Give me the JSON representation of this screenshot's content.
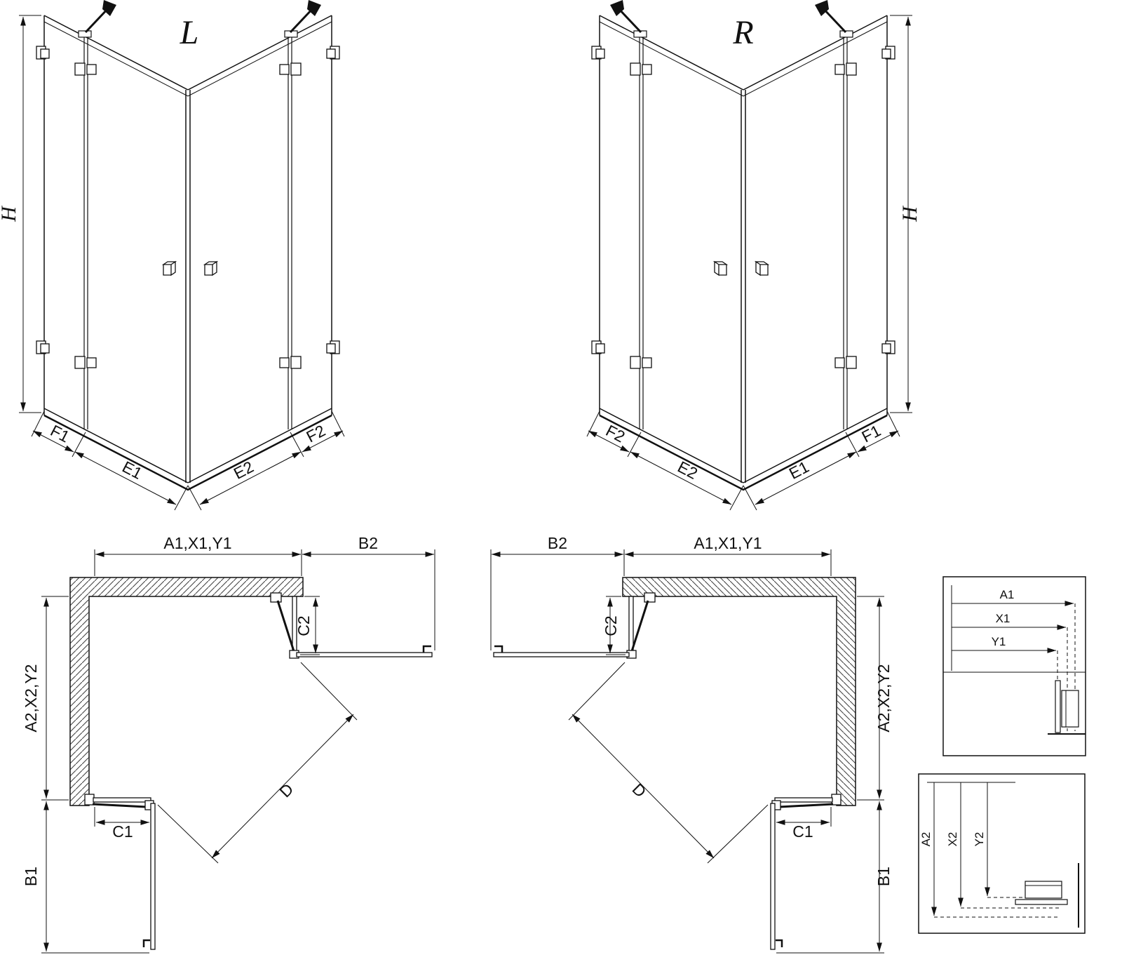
{
  "colors": {
    "line": "#111111",
    "background": "#ffffff",
    "hatch": "#444444"
  },
  "views": {
    "front_left": {
      "label": "L",
      "dim_h": "H",
      "dim_f1": "F1",
      "dim_e1": "E1",
      "dim_e2": "E2",
      "dim_f2": "F2"
    },
    "front_right": {
      "label": "R",
      "dim_h": "H",
      "dim_f1": "F1",
      "dim_e1": "E1",
      "dim_e2": "E2",
      "dim_f2": "F2"
    },
    "plan_left": {
      "dim_a1": "A1,X1,Y1",
      "dim_b2": "B2",
      "dim_c2": "C2",
      "dim_a2": "A2,X2,Y2",
      "dim_c1": "C1",
      "dim_b1": "B1",
      "dim_d": "D"
    },
    "plan_right": {
      "dim_a1": "A1,X1,Y1",
      "dim_b2": "B2",
      "dim_c2": "C2",
      "dim_a2": "A2,X2,Y2",
      "dim_c1": "C1",
      "dim_b1": "B1",
      "dim_d": "D"
    },
    "detail_horizontal": {
      "labels": [
        "A1",
        "X1",
        "Y1"
      ]
    },
    "detail_vertical": {
      "labels": [
        "A2",
        "X2",
        "Y2"
      ]
    }
  }
}
